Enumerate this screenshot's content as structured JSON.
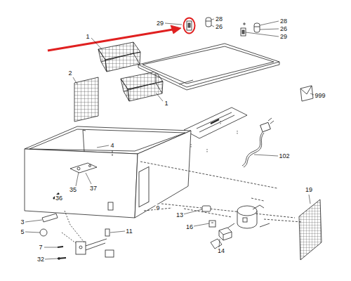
{
  "diagram": {
    "labels": [
      "29",
      "28",
      "26",
      "28",
      "26",
      "29",
      "1",
      "2",
      "1",
      "999",
      "4",
      "102",
      "37",
      "35",
      "36",
      "19",
      "9",
      "3",
      "13",
      "5",
      "16",
      "11",
      "7",
      "14",
      "32"
    ]
  }
}
